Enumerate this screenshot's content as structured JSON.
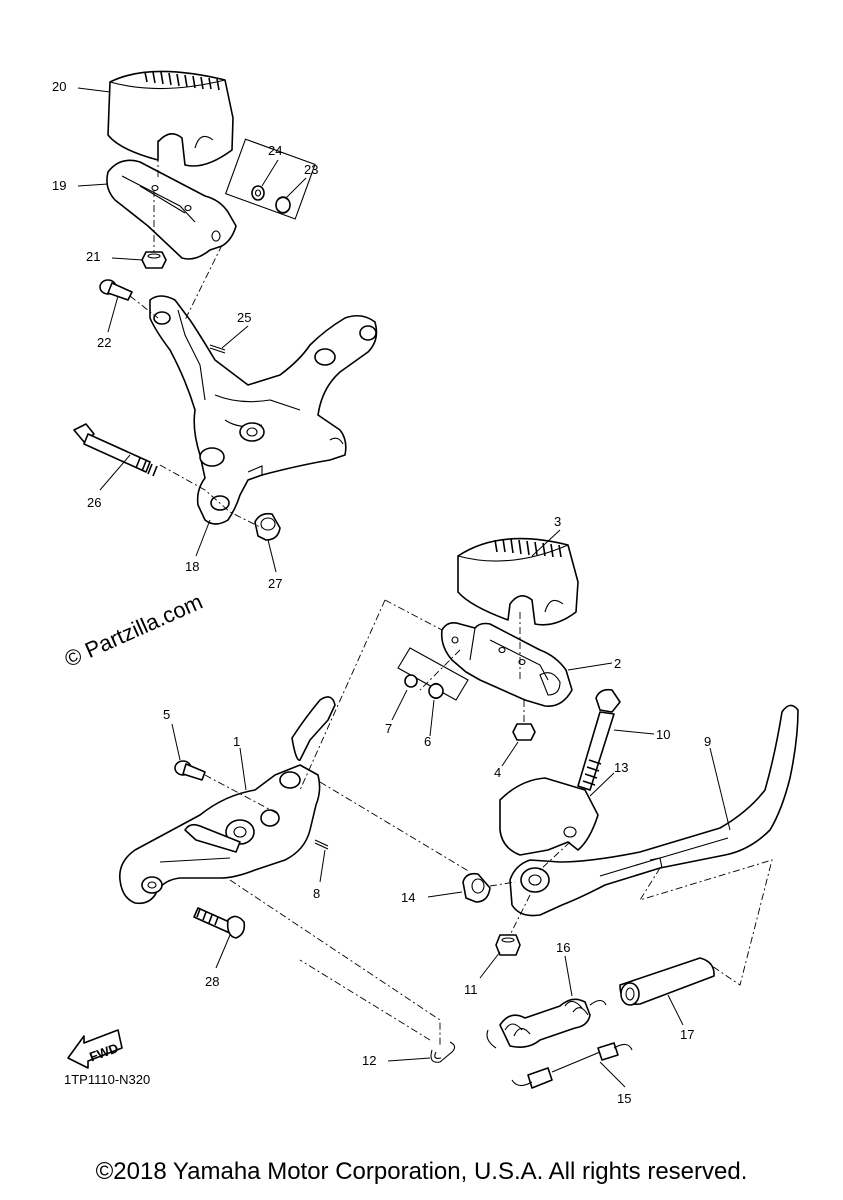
{
  "diagram": {
    "callouts": [
      "20",
      "19",
      "24",
      "23",
      "21",
      "22",
      "25",
      "26",
      "18",
      "27",
      "3",
      "2",
      "1",
      "5",
      "7",
      "6",
      "4",
      "10",
      "9",
      "13",
      "8",
      "14",
      "11",
      "16",
      "17",
      "28",
      "12",
      "15"
    ],
    "fwd_label": "FWD",
    "diagram_code": "1TP1110-N320",
    "watermark": "© Partzilla.com",
    "footer": "©2018 Yamaha Motor Corporation, U.S.A. All rights reserved."
  }
}
